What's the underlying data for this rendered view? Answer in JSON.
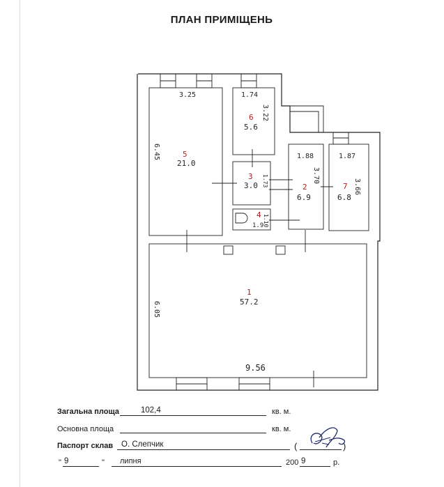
{
  "header": {
    "title": "ПЛАН ПРИМІЩЕНЬ"
  },
  "plan": {
    "rooms": [
      {
        "id": "1",
        "area": "57.2"
      },
      {
        "id": "2",
        "area": "6.9"
      },
      {
        "id": "3",
        "area": "3.0"
      },
      {
        "id": "4",
        "area": "1.9"
      },
      {
        "id": "5",
        "area": "21.0"
      },
      {
        "id": "6",
        "area": "5.6"
      },
      {
        "id": "7",
        "area": "6.8"
      }
    ],
    "dimensions": {
      "r5_top": "3.25",
      "r5_side": "6.45",
      "r6_top": "1.74",
      "r6_side": "3.22",
      "r3_side": "1.73",
      "r4_side": "1.10",
      "r2_top": "1.88",
      "r2_side": "3.70",
      "r7_top": "1.87",
      "r7_side": "3.66",
      "r1_side": "6.05",
      "r1_bottom": "9.56"
    }
  },
  "form": {
    "total_area_label": "Загальна площа",
    "total_area_value": "102,4",
    "total_area_unit": "кв. м.",
    "main_area_label": "Основна площа",
    "main_area_value": "",
    "main_area_unit": "кв. м.",
    "passport_label": "Паспорт склав",
    "passport_value": "О. Слепчик",
    "sig_open": "(",
    "sig_close": ")",
    "date_q1": "\"",
    "date_day": "9",
    "date_q2": "\"",
    "date_month": "липня",
    "date_year_prefix": "200",
    "date_year_suffix": "9",
    "date_r": "р."
  }
}
